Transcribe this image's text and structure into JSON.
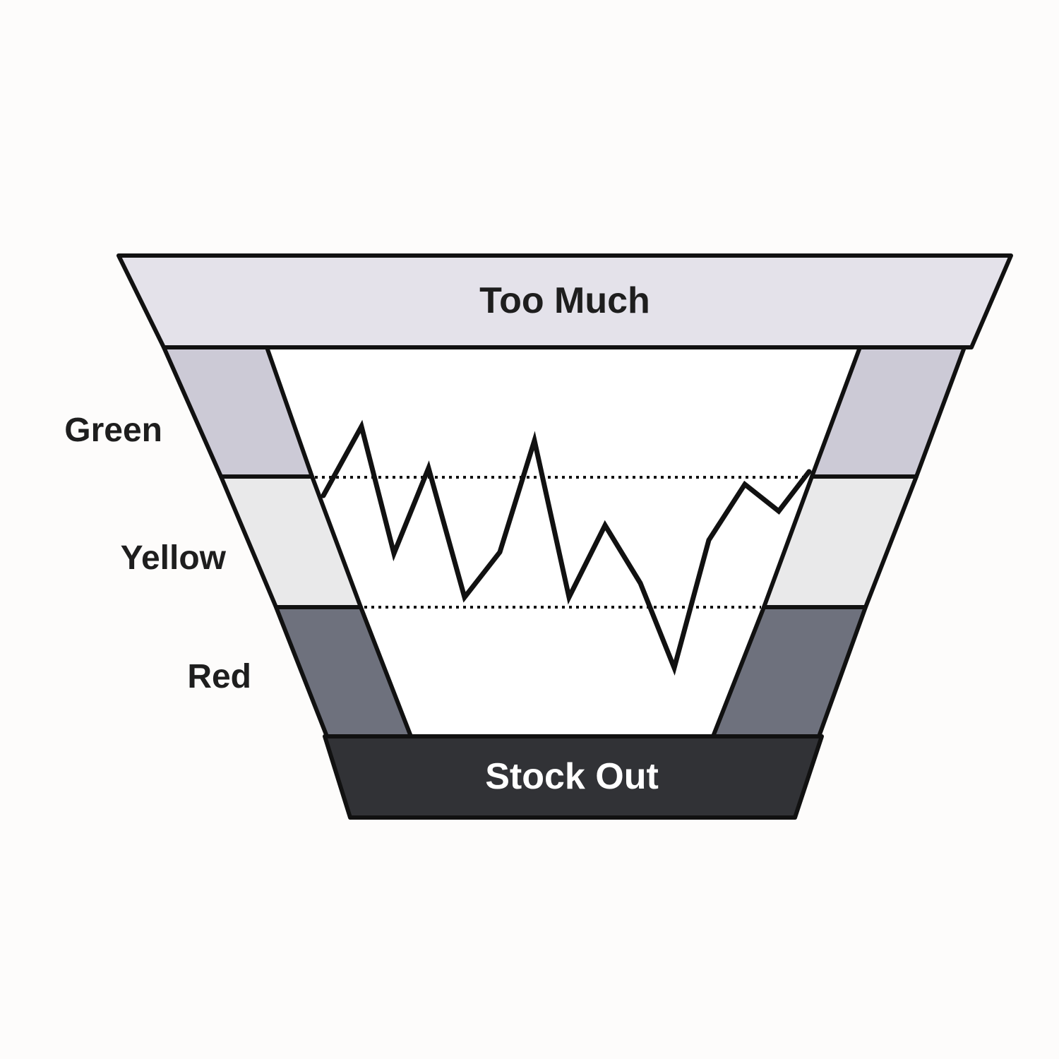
{
  "labels": {
    "too_much": "Too Much",
    "green": "Green",
    "yellow": "Yellow",
    "red": "Red",
    "stock_out": "Stock Out"
  },
  "colors": {
    "background": "#fdfcfb",
    "too_much": "#e4e2ea",
    "green": "#cccad6",
    "yellow": "#e9e9ea",
    "red": "#6e717d",
    "stock_out": "#313236",
    "outline": "#111111",
    "too_much_text": "#1e1e1e",
    "stock_out_text": "#ffffff"
  }
}
